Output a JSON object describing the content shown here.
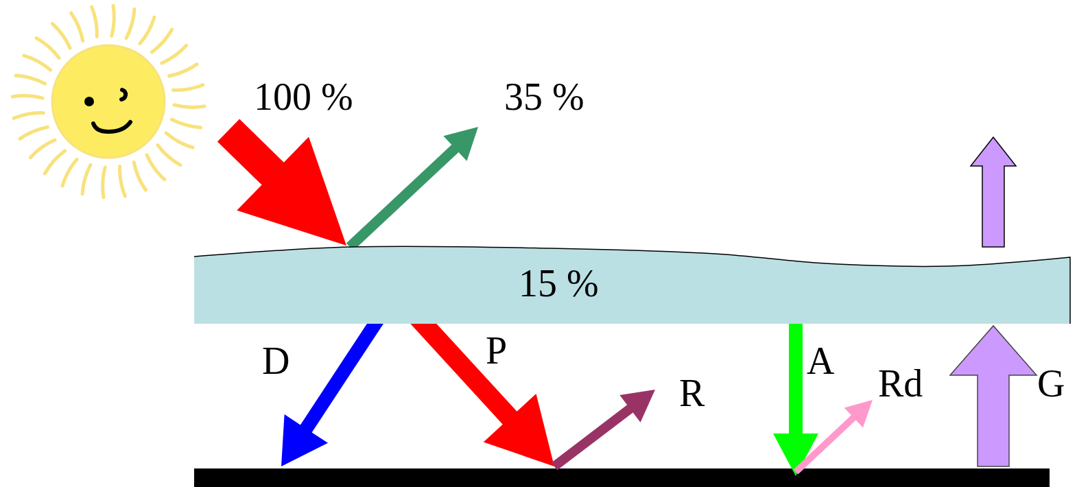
{
  "diagram": {
    "nodes": [
      {
        "text": [
          "15 %"
        ]
      }
    ],
    "labels": [
      "100 %",
      "35 %",
      "D",
      "P",
      "R",
      "A",
      "Rd",
      "G"
    ]
  }
}
